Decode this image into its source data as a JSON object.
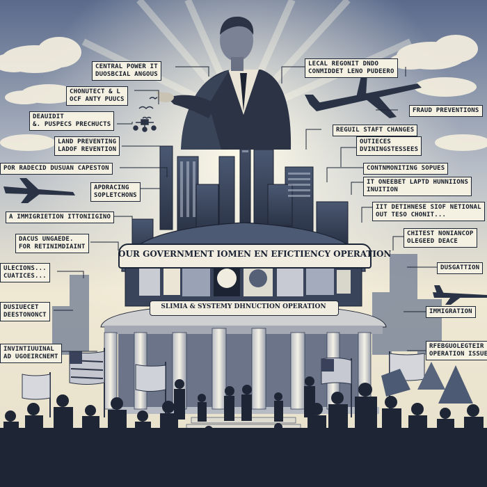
{
  "poster": {
    "main_banner": "OUR GOVERNMENT IOMEN EN EFICTIENCY OPERATION",
    "sub_banner": "SLIMIA & SYSTEMY DHNUCTION OPERATION"
  },
  "callouts_left": [
    "CENTRAL POWER IT\nDUOSBCIAL ANGOUS",
    "CHONUTECT & L\nOCF ANTY PUUCS",
    "DEAUIDIT\n&. PUSPECS PRECHUCTS",
    "LAND PREVENTING\nLADOF REVENTION",
    "POR RADECID DUSUAN CAPESTON",
    "APDRACING\nSOPLETCHONS",
    "A IMMIGRIETION ITTONIIGINO",
    "DACUS UNGAEDE.\nFOR RETINIMDIAINT",
    "ULECIONS...\nCUATICES...",
    "DUSIUECET\nDEESTONONCT",
    "INVINTIUUINAL\nAD UGOEIRCNEMT"
  ],
  "callouts_right": [
    "LECAL REGONIT DNDO\nCONMIDDET LENO PUDEERO",
    "FRAUD PREVENTIONS",
    "REGUIL STAFT CHANGES",
    "OUTIECES\nDVININGSTESSEES",
    "CONTNMONITING SOPUES",
    "IT ONEEBET LAPTD HUNNIIONS\nINUITION",
    "IIT DETIHNESE SIOF NETIONAL\nOUT TESO CHONIT...",
    "CHITEST NONIANCOP\nOLEGEED DEACE",
    "DUSGATTION",
    "IMMIGRATION",
    "RFEBGUOLEGTEIR\nOPERATION ISSUE"
  ],
  "colors": {
    "ink": "#1c2535",
    "paper": "#efe9d6",
    "sky_top": "#5d6d8f",
    "sky_glow": "#f3edd8"
  }
}
